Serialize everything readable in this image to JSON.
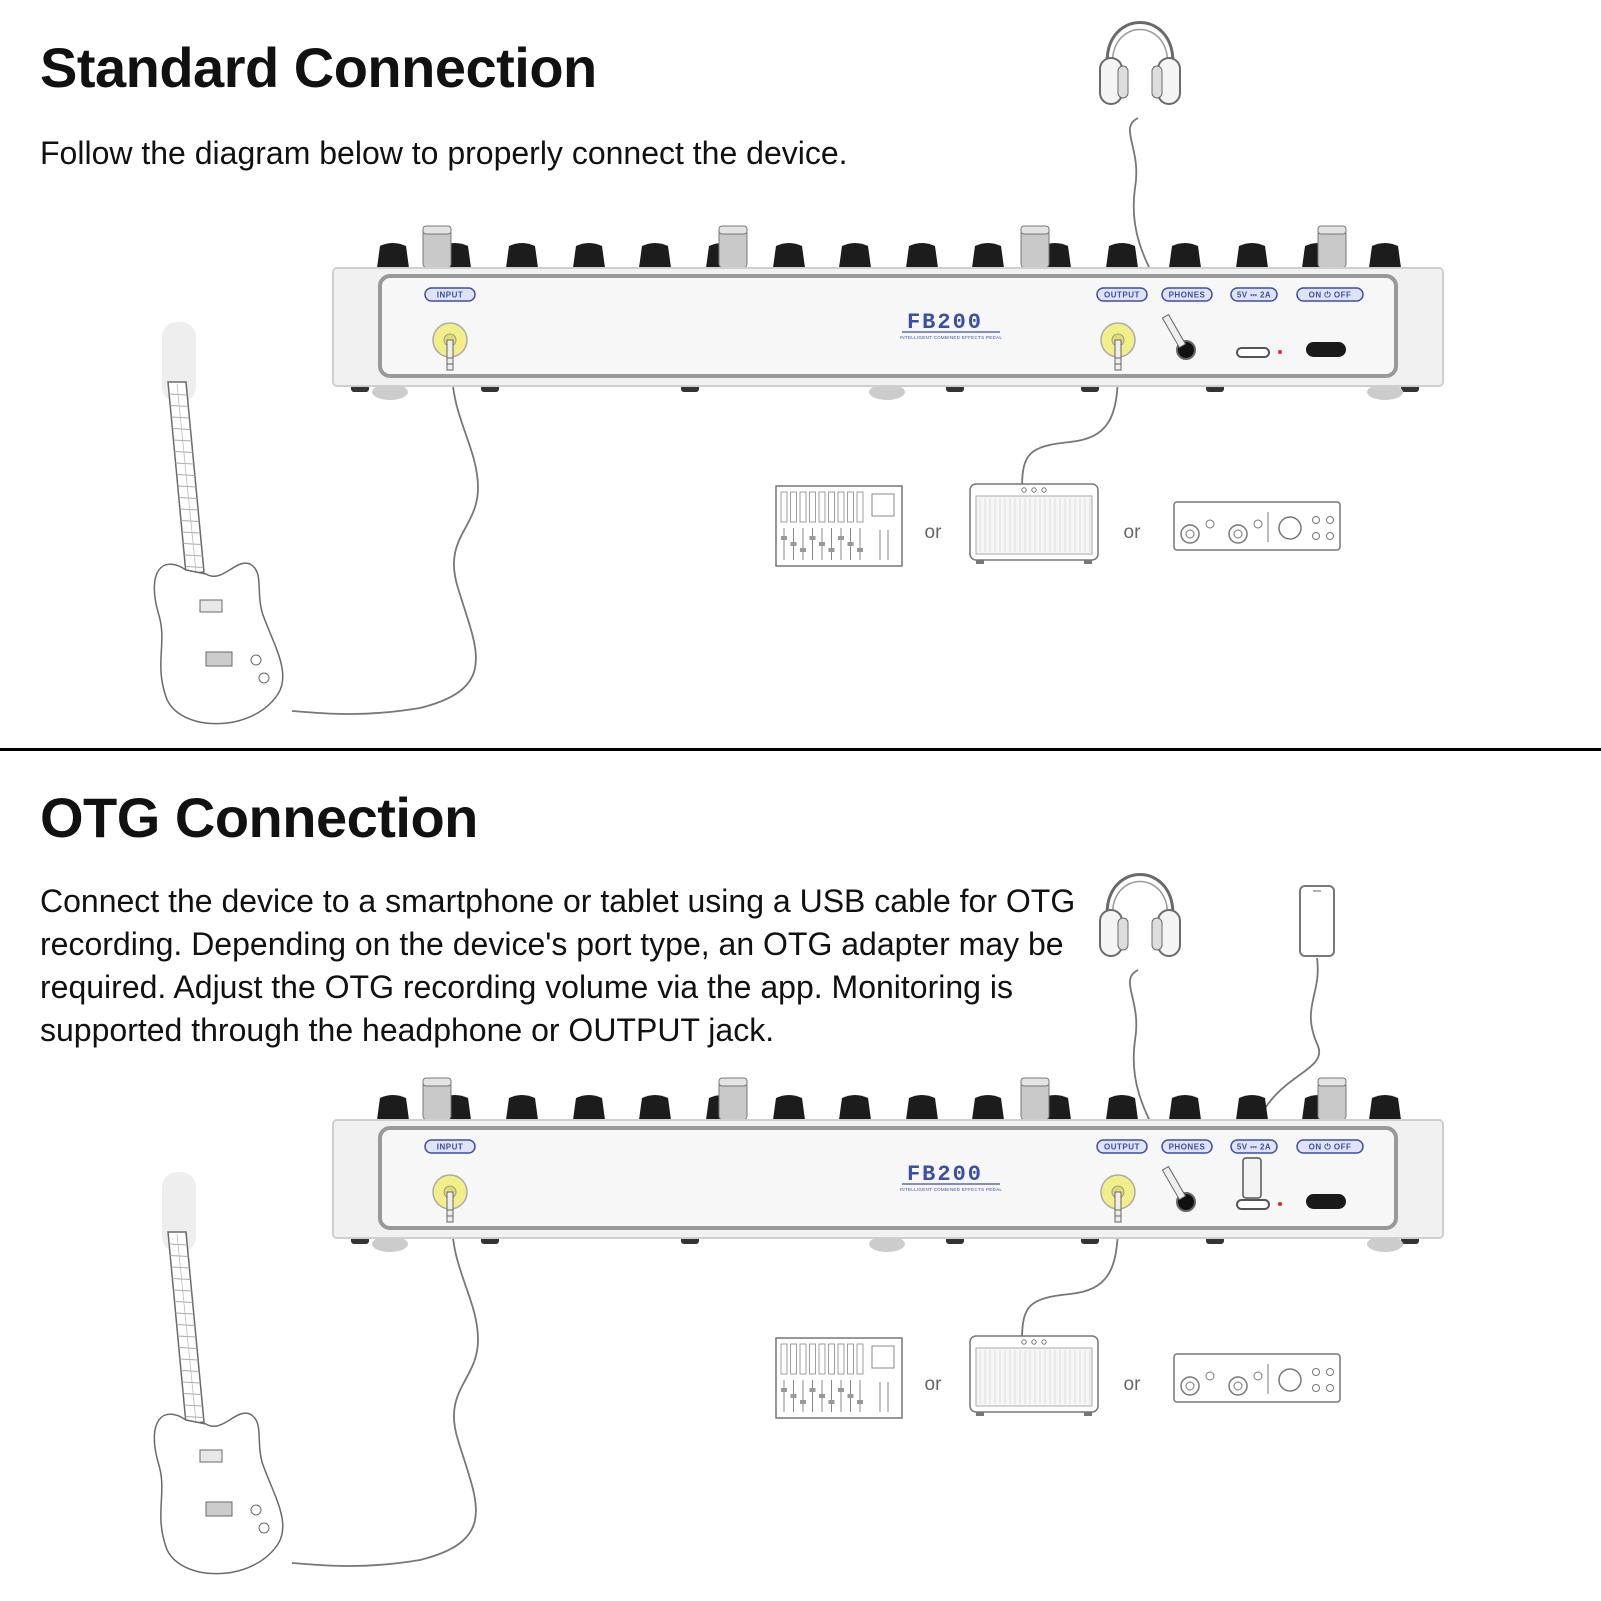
{
  "standard": {
    "title": "Standard Connection",
    "description": "Follow the diagram below to properly connect the device."
  },
  "otg": {
    "title": "OTG Connection",
    "description": "Connect the device to a smartphone or tablet using a USB cable for OTG recording. Depending on the device's port type, an OTG adapter may be required. Adjust the OTG recording volume via the app. Monitoring is supported through the headphone or OUTPUT jack."
  },
  "device": {
    "brand": "FB200",
    "tagline": "INTELLIGENT COMBINED EFFECTS PEDAL",
    "labels": {
      "input": "INPUT",
      "output": "OUTPUT",
      "phones": "PHONES",
      "power": "5V ⎓ 2A",
      "switch": "ON ⏻ OFF"
    }
  },
  "output_targets": {
    "or_label": "or",
    "items": [
      "mixer-icon",
      "speaker-icon",
      "audio-interface-icon"
    ]
  },
  "icons": [
    "headphones-icon",
    "guitar-icon",
    "smartphone-icon",
    "mixer-icon",
    "speaker-icon",
    "audio-interface-icon"
  ],
  "colors": {
    "accent": "#3a4fa5",
    "jack": "#f2ee8a",
    "pedal_body": "#f1f1f1",
    "divider": "#000000"
  }
}
